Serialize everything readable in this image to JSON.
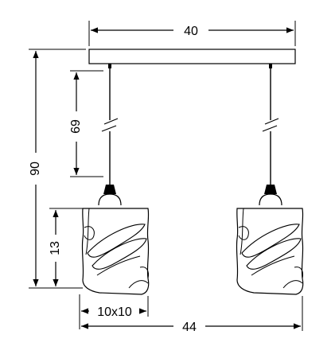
{
  "dimensions": {
    "top_width": "40",
    "total_height": "90",
    "cable_length": "69",
    "shade_height": "13",
    "shade_size": "10x10",
    "total_width": "44"
  },
  "colors": {
    "line": "#000000",
    "background": "#ffffff"
  }
}
